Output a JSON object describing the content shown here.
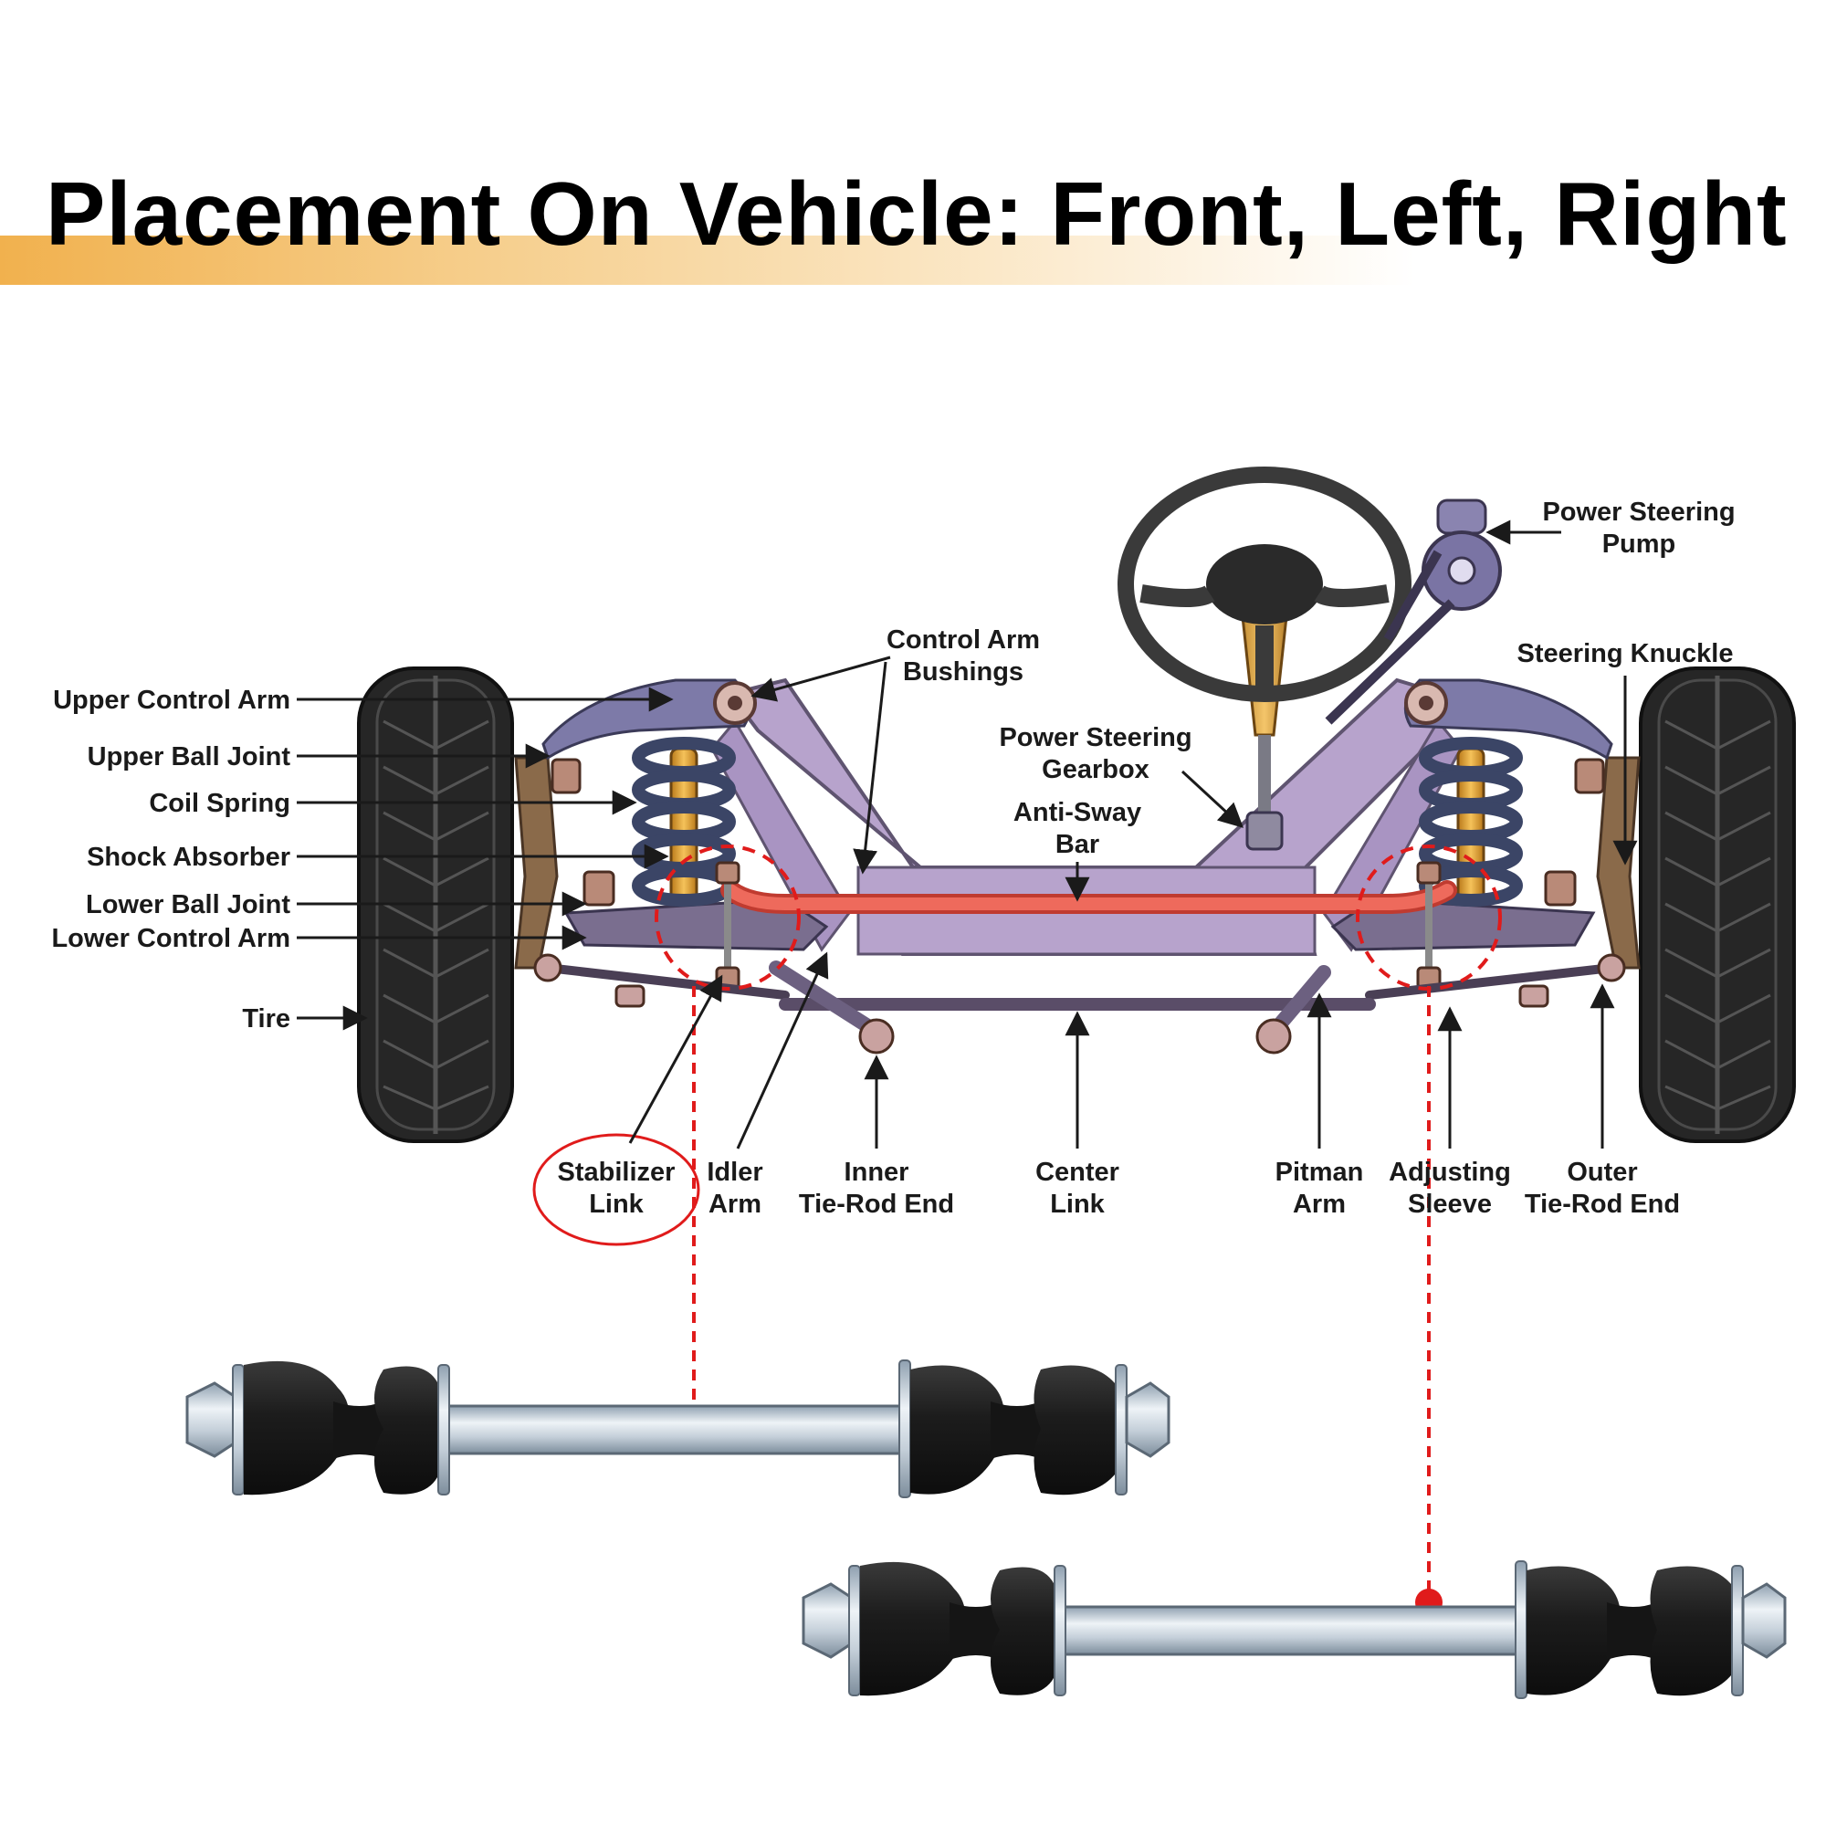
{
  "title": "Placement On Vehicle: Front, Left, Right",
  "labels_left": {
    "upper_control_arm": "Upper Control Arm",
    "upper_ball_joint": "Upper Ball Joint",
    "coil_spring": "Coil Spring",
    "shock_absorber": "Shock Absorber",
    "lower_ball_joint": "Lower Ball Joint",
    "lower_control_arm": "Lower Control Arm",
    "tire": "Tire"
  },
  "labels_top": {
    "control_arm_bushings": [
      "Control Arm",
      "Bushings"
    ],
    "power_steering_gearbox": [
      "Power Steering",
      "Gearbox"
    ],
    "anti_sway_bar": [
      "Anti-Sway",
      "Bar"
    ],
    "power_steering_pump": [
      "Power Steering",
      "Pump"
    ],
    "steering_knuckle": "Steering Knuckle"
  },
  "labels_bottom": {
    "stabilizer_link": [
      "Stabilizer",
      "Link"
    ],
    "idler_arm": [
      "Idler",
      "Arm"
    ],
    "inner_tie_rod_end": [
      "Inner",
      "Tie-Rod End"
    ],
    "center_link": [
      "Center",
      "Link"
    ],
    "pitman_arm": [
      "Pitman",
      "Arm"
    ],
    "adjusting_sleeve": [
      "Adjusting",
      "Sleeve"
    ],
    "outer_tie_rod_end": [
      "Outer",
      "Tie-Rod End"
    ]
  },
  "colors": {
    "frame": "#b7a3cc",
    "frame_stroke": "#5f5470",
    "anti_sway_bar": "#ee6a5c",
    "highlight": "#e01b1b",
    "tire": "#2b2b2b",
    "spring": "#3b4566",
    "shock": "#e6a62c",
    "rubber": "#1c1c1c",
    "steel": "#c9d3dc",
    "header_accent": "#f1b14e"
  }
}
